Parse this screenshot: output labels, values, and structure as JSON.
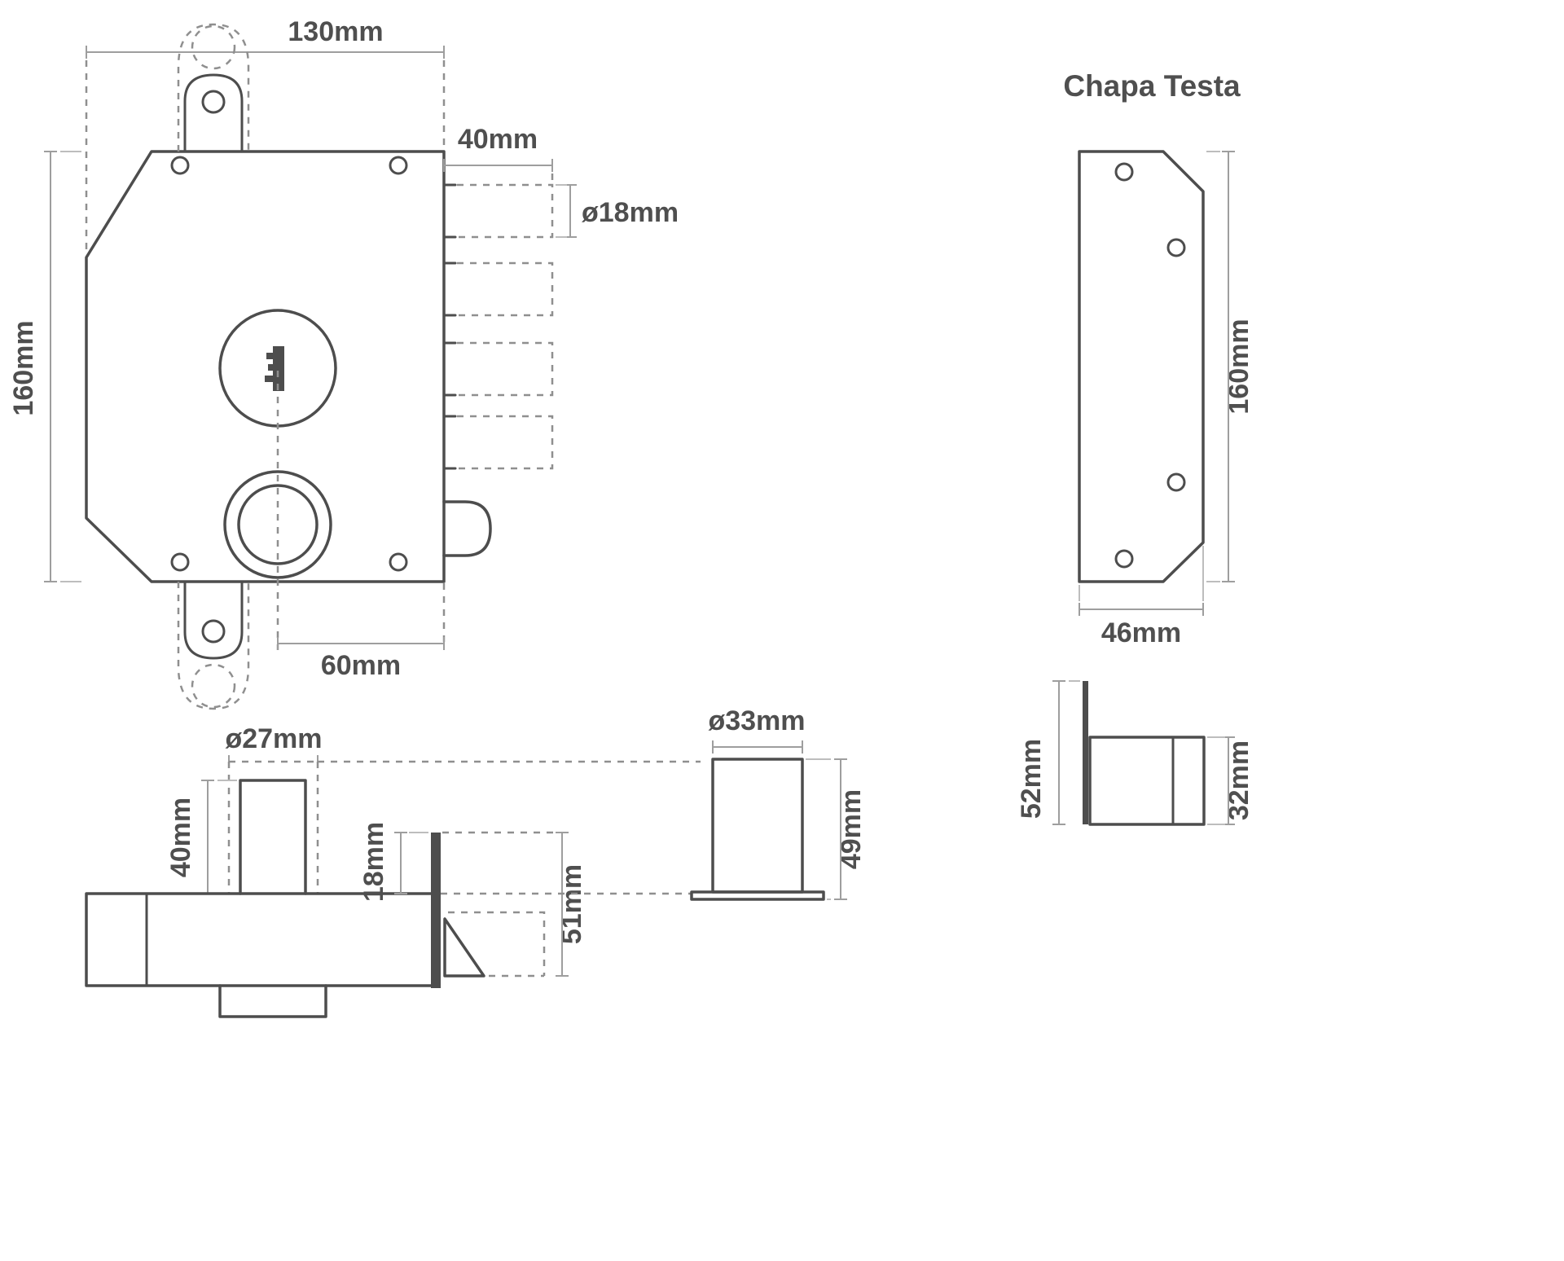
{
  "colors": {
    "background": "#ffffff",
    "outline": "#4d4d4d",
    "dashed_line": "#8f8f8f",
    "dimension_line": "#9e9e9e",
    "label_text": "#4f4f4f"
  },
  "front_view": {
    "dim_width_top": "130mm",
    "dim_height_left": "160mm",
    "dim_bolt_throw": "40mm",
    "dim_bolt_diameter": "ø18mm",
    "dim_cylinder_to_edge": "60mm"
  },
  "strike_plate_front": {
    "title": "Chapa Testa",
    "dim_height": "160mm",
    "dim_width": "46mm"
  },
  "side_view": {
    "dim_cylinder_diameter": "ø27mm",
    "dim_cylinder_protrusion": "40mm",
    "dim_faceplate_offset": "18mm",
    "dim_latch_depth": "51mm"
  },
  "cylinder_view": {
    "dim_diameter": "ø33mm",
    "dim_length": "49mm"
  },
  "strike_plate_side": {
    "dim_plate_height": "52mm",
    "dim_box_height": "32mm"
  }
}
